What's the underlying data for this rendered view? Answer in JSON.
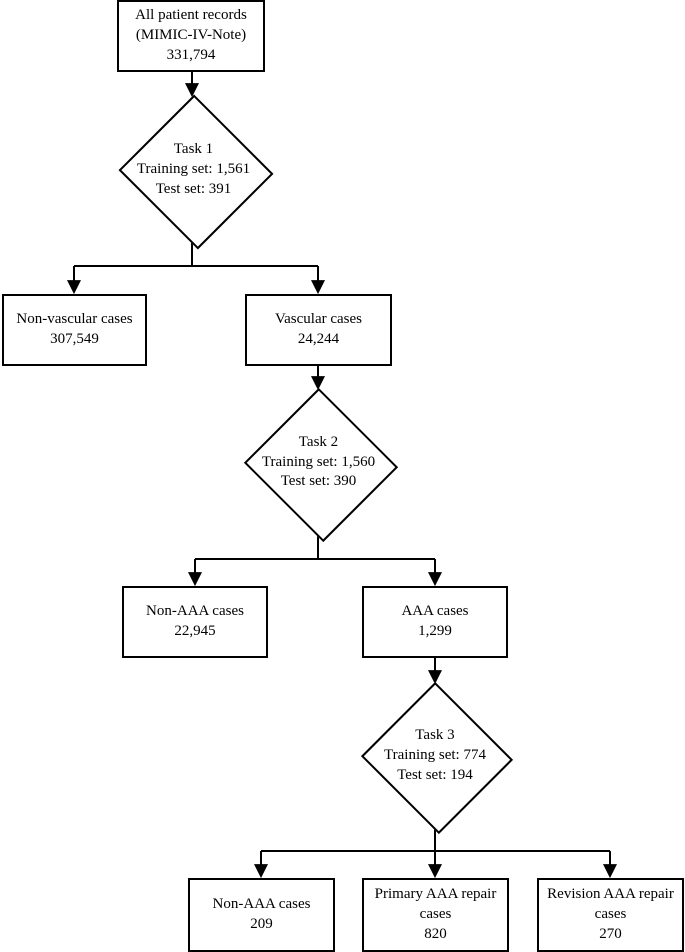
{
  "diagram": {
    "type": "flowchart",
    "title": "Patient record cohort selection flowchart",
    "stroke_color": "#000000",
    "fill_color": "#ffffff"
  },
  "nodes": {
    "root": {
      "shape": "box",
      "lines": [
        "All patient records",
        "(MIMIC-IV-Note)",
        "331,794"
      ]
    },
    "task1": {
      "shape": "diamond",
      "lines": [
        "Task 1",
        "Training set: 1,561",
        "Test set: 391"
      ]
    },
    "nonvascular": {
      "shape": "box",
      "lines": [
        "Non-vascular cases",
        "307,549"
      ]
    },
    "vascular": {
      "shape": "box",
      "lines": [
        "Vascular cases",
        "24,244"
      ]
    },
    "task2": {
      "shape": "diamond",
      "lines": [
        "Task 2",
        "Training set: 1,560",
        "Test set: 390"
      ]
    },
    "nonaaa": {
      "shape": "box",
      "lines": [
        "Non-AAA cases",
        "22,945"
      ]
    },
    "aaa": {
      "shape": "box",
      "lines": [
        "AAA cases",
        "1,299"
      ]
    },
    "task3": {
      "shape": "diamond",
      "lines": [
        "Task 3",
        "Training set: 774",
        "Test set: 194"
      ]
    },
    "nonaaa2": {
      "shape": "box",
      "lines": [
        "Non-AAA cases",
        "209"
      ]
    },
    "primary": {
      "shape": "box",
      "lines": [
        "Primary AAA repair",
        "cases",
        "820"
      ]
    },
    "revision": {
      "shape": "box",
      "lines": [
        "Revision AAA repair",
        "cases",
        "270"
      ]
    }
  }
}
